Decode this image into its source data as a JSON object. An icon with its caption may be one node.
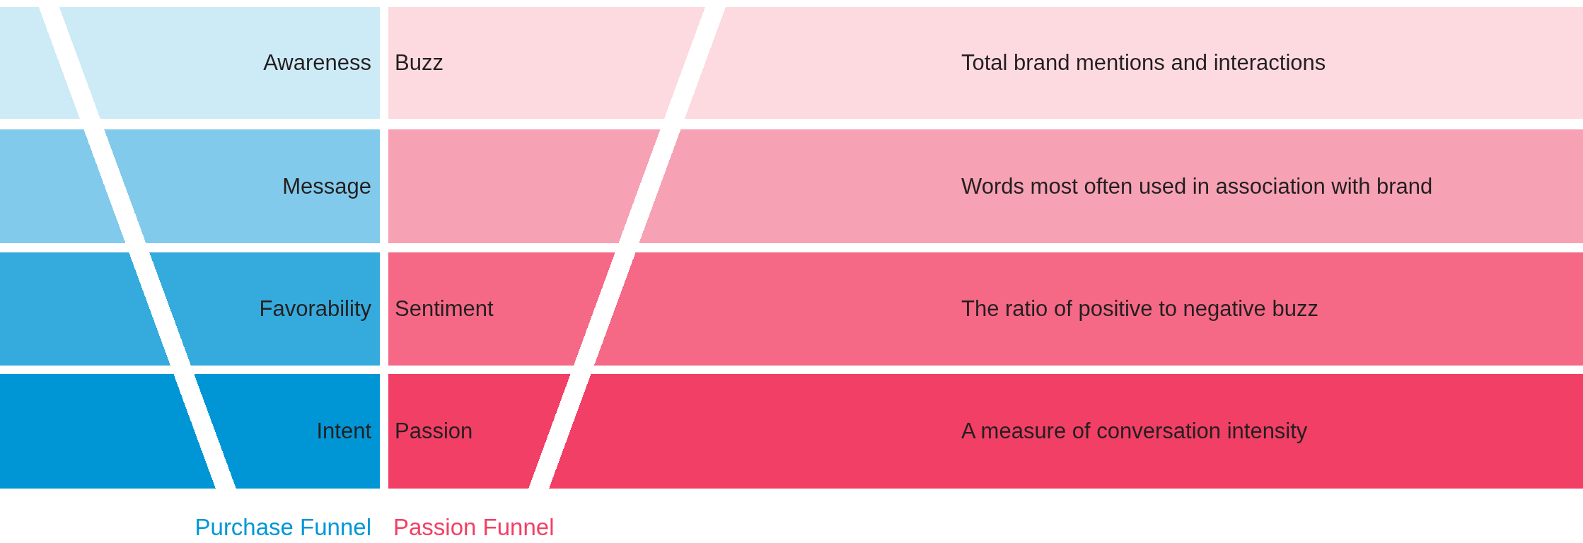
{
  "diagram": {
    "nodes": [
      {
        "text": [
          "Awareness"
        ]
      },
      {
        "text": [
          "Message"
        ]
      },
      {
        "text": [
          "Favorability"
        ]
      },
      {
        "text": [
          "Intent"
        ]
      },
      {
        "text": [
          "Buzz",
          "Total brand mentions and interactions"
        ]
      },
      {
        "text": [
          "Words most often used in association with brand"
        ]
      },
      {
        "text": [
          "Sentiment",
          "The ratio of positive to negative buzz"
        ]
      },
      {
        "text": [
          "Passion",
          "A measure of conversation intensity"
        ]
      }
    ],
    "labels": [
      "Purchase Funnel",
      "Passion Funnel"
    ]
  }
}
